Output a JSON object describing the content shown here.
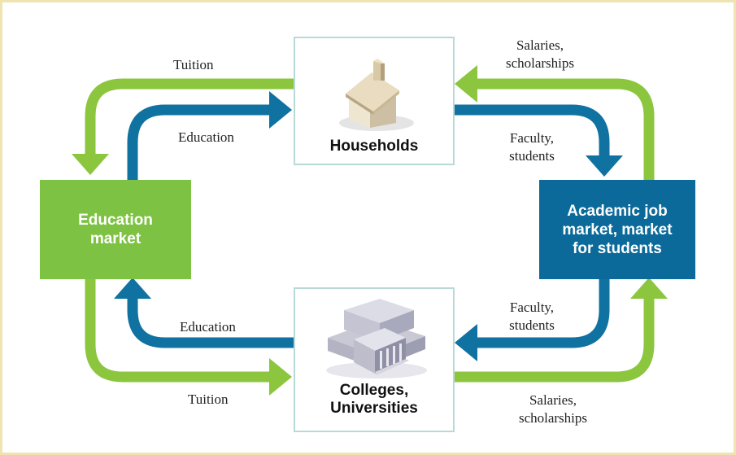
{
  "nodes": {
    "households": {
      "label": "Households"
    },
    "colleges": {
      "line1": "Colleges,",
      "line2": "Universities"
    },
    "education_market": {
      "line1": "Education",
      "line2": "market"
    },
    "academic_market": {
      "line1": "Academic job",
      "line2": "market, market",
      "line3": "for students"
    }
  },
  "flows": {
    "tuition_top": "Tuition",
    "education_top": "Education",
    "faculty_top": {
      "line1": "Faculty,",
      "line2": "students"
    },
    "salaries_top": {
      "line1": "Salaries,",
      "line2": "scholarships"
    },
    "education_bottom": "Education",
    "tuition_bottom": "Tuition",
    "faculty_bottom": {
      "line1": "Faculty,",
      "line2": "students"
    },
    "salaries_bottom": {
      "line1": "Salaries,",
      "line2": "scholarships"
    }
  },
  "colors": {
    "green": "#8cc63f",
    "blue": "#0f72a0",
    "market_green": "#7dc242",
    "market_blue": "#0b6a99",
    "frame": "#b9d9d8"
  }
}
